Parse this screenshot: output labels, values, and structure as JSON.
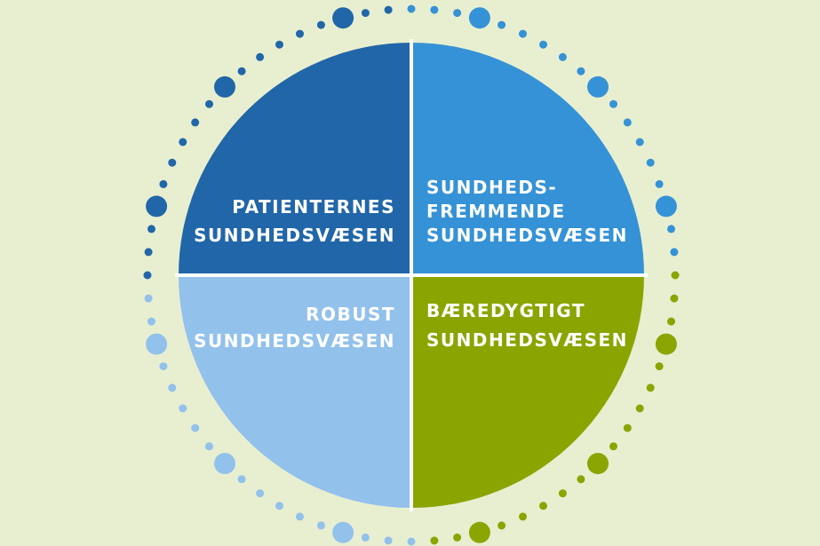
{
  "diagram": {
    "colors": {
      "background": "#e8efd0",
      "top_left": "#2166a8",
      "top_right": "#3592d6",
      "bottom_left": "#92c1ec",
      "bottom_right": "#8aa500",
      "divider": "#ffffff"
    },
    "quadrants": {
      "top_left": {
        "line1": "PATIENTERNES",
        "line2": "SUNDHEDSVÆSEN"
      },
      "top_right": {
        "line1": "SUNDHEDS-",
        "line2": "FREMMENDE",
        "line3": "SUNDHEDSVÆSEN"
      },
      "bottom_left": {
        "line1": "ROBUST",
        "line2": "SUNDHEDSVÆSEN"
      },
      "bottom_right": {
        "line1": "BÆREDYGTIGT",
        "line2": "SUNDHEDSVÆSEN"
      }
    }
  }
}
